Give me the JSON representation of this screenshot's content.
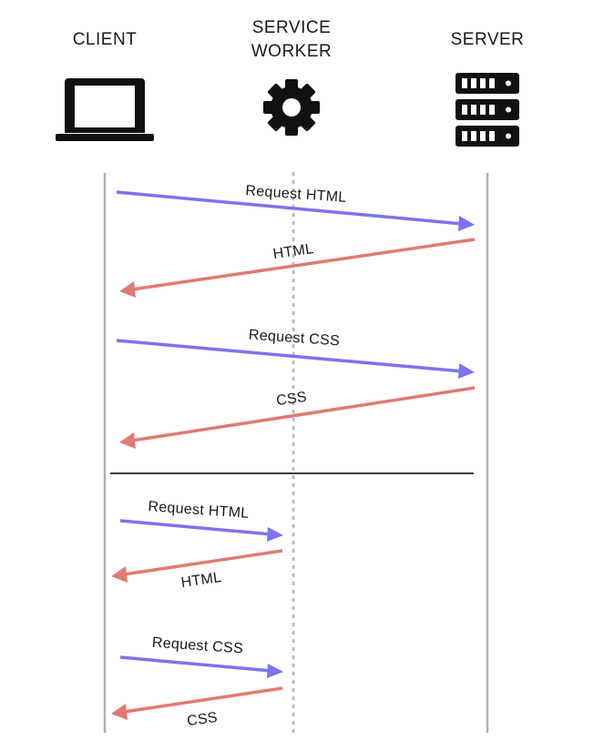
{
  "columns": {
    "client": "CLIENT",
    "service_worker_line1": "SERVICE",
    "service_worker_line2": "WORKER",
    "server": "SERVER"
  },
  "icons": {
    "client": "laptop-icon",
    "service_worker": "gear-icon",
    "server": "server-rack-icon"
  },
  "colors": {
    "request": "#7b74f0",
    "response": "#e07a73",
    "lifeline": "#b0b0b0",
    "divider": "#222222",
    "icon": "#111111"
  },
  "sections": [
    {
      "name": "without-service-worker",
      "messages": [
        {
          "label": "Request HTML",
          "from": "client",
          "to": "server",
          "kind": "request"
        },
        {
          "label": "HTML",
          "from": "server",
          "to": "client",
          "kind": "response"
        },
        {
          "label": "Request CSS",
          "from": "client",
          "to": "server",
          "kind": "request"
        },
        {
          "label": "CSS",
          "from": "server",
          "to": "client",
          "kind": "response"
        }
      ]
    },
    {
      "name": "with-service-worker",
      "messages": [
        {
          "label": "Request HTML",
          "from": "client",
          "to": "service_worker",
          "kind": "request"
        },
        {
          "label": "HTML",
          "from": "service_worker",
          "to": "client",
          "kind": "response"
        },
        {
          "label": "Request CSS",
          "from": "client",
          "to": "service_worker",
          "kind": "request"
        },
        {
          "label": "CSS",
          "from": "service_worker",
          "to": "client",
          "kind": "response"
        }
      ]
    }
  ]
}
